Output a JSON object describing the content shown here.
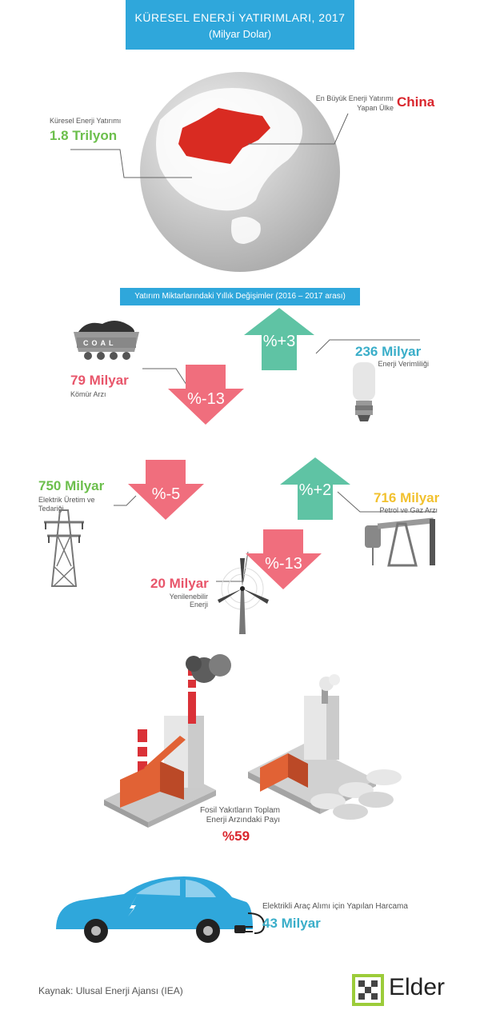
{
  "header": {
    "title": "KÜRESEL ENERJİ YATIRIMLARI, 2017",
    "subtitle": "(Milyar Dolar)"
  },
  "globe": {
    "left_label": "Küresel Enerji Yatırımı",
    "left_value": "1.8 Trilyon",
    "right_label_1": "En Büyük Enerji Yatırımı",
    "right_label_2": "Yapan Ülke",
    "right_value": "China"
  },
  "section_banner": "Yatırım Miktarlarındaki Yıllık Değişimler (2016 – 2017 arası)",
  "coal": {
    "icon_text": "COAL",
    "value": "79 Milyar",
    "label": "Kömür Arzı",
    "change": "%-13"
  },
  "efficiency": {
    "value": "236 Milyar",
    "label": "Enerji Verimliliği",
    "change": "%+3"
  },
  "electricity": {
    "value": "750 Milyar",
    "label_1": "Elektrik Üretim ve",
    "label_2": "Tedariği",
    "change": "%-5"
  },
  "oilgas": {
    "value": "716 Milyar",
    "label": "Petrol ve Gaz Arzı",
    "change": "%+2"
  },
  "renewable": {
    "value": "20 Milyar",
    "label": "Yenilenebilir Enerji",
    "change": "%-13"
  },
  "fossil": {
    "label_1": "Fosil Yakıtların Toplam",
    "label_2": "Enerji Arzındaki Payı",
    "value": "%59"
  },
  "ev": {
    "label": "Elektrikli Araç Alımı için Yapılan Harcama",
    "value": "43 Milyar"
  },
  "footer": {
    "source": "Kaynak: Ulusal Enerji Ajansı (IEA)",
    "brand": "Elder"
  },
  "colors": {
    "blue": "#2fa7db",
    "green": "#6cbf4c",
    "pink": "#e8566b",
    "teal": "#5fc3a4",
    "yellow": "#f2c12e",
    "red": "#d9262d"
  }
}
